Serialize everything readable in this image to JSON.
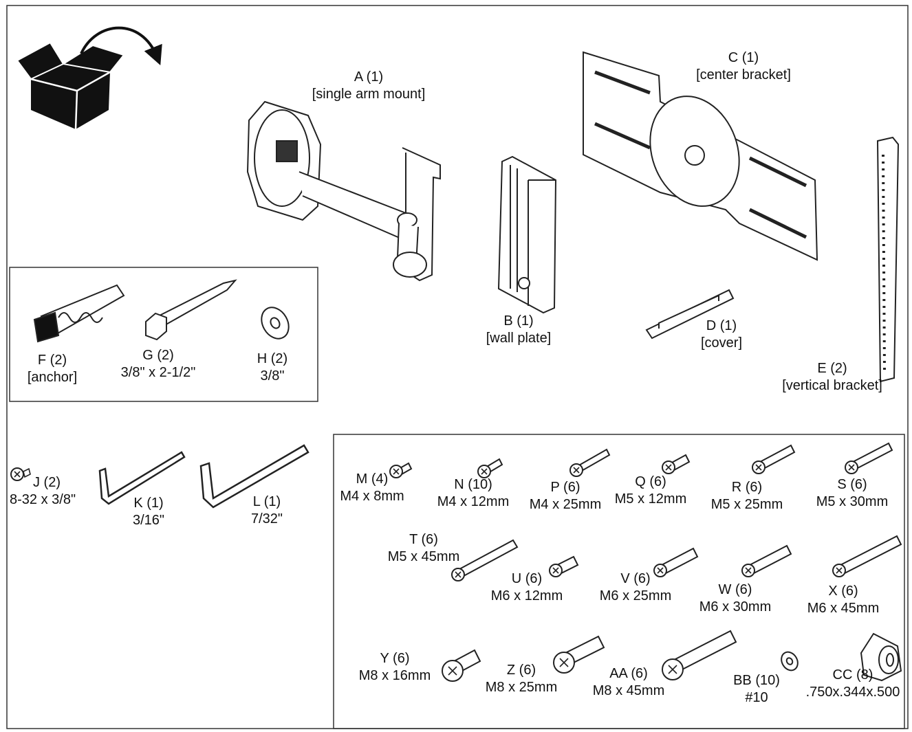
{
  "parts": {
    "A": {
      "id": "A (1)",
      "desc": "[single arm mount]"
    },
    "B": {
      "id": "B (1)",
      "desc": "[wall plate]"
    },
    "C": {
      "id": "C (1)",
      "desc": "[center bracket]"
    },
    "D": {
      "id": "D (1)",
      "desc": "[cover]"
    },
    "E": {
      "id": "E (2)",
      "desc": "[vertical bracket]"
    }
  },
  "anchor_kit": {
    "F": {
      "id": "F (2)",
      "desc": "[anchor]"
    },
    "G": {
      "id": "G (2)",
      "desc": "3/8\" x 2-1/2\""
    },
    "H": {
      "id": "H (2)",
      "desc": "3/8\""
    }
  },
  "tools": {
    "J": {
      "id": "J (2)",
      "desc": "8-32 x 3/8\""
    },
    "K": {
      "id": "K (1)",
      "desc": "3/16\""
    },
    "L": {
      "id": "L (1)",
      "desc": "7/32\""
    }
  },
  "hardware": {
    "M": {
      "id": "M (4)",
      "desc": "M4 x 8mm"
    },
    "N": {
      "id": "N (10)",
      "desc": "M4 x 12mm"
    },
    "P": {
      "id": "P (6)",
      "desc": "M4 x 25mm"
    },
    "Q": {
      "id": "Q (6)",
      "desc": "M5 x 12mm"
    },
    "R": {
      "id": "R (6)",
      "desc": "M5 x 25mm"
    },
    "S": {
      "id": "S (6)",
      "desc": "M5 x 30mm"
    },
    "T": {
      "id": "T (6)",
      "desc": "M5 x 45mm"
    },
    "U": {
      "id": "U (6)",
      "desc": "M6 x 12mm"
    },
    "V": {
      "id": "V (6)",
      "desc": "M6 x 25mm"
    },
    "W": {
      "id": "W (6)",
      "desc": "M6 x 30mm"
    },
    "X": {
      "id": "X (6)",
      "desc": "M6 x 45mm"
    },
    "Y": {
      "id": "Y (6)",
      "desc": "M8 x 16mm"
    },
    "Z": {
      "id": "Z (6)",
      "desc": "M8 x 25mm"
    },
    "AA": {
      "id": "AA (6)",
      "desc": "M8 x 45mm"
    },
    "BB": {
      "id": "BB (10)",
      "desc": "#10"
    },
    "CC": {
      "id": "CC (8)",
      "desc": ".750x.344x.500"
    }
  },
  "colors": {
    "line": "#222222",
    "box_fill": "#111111"
  }
}
